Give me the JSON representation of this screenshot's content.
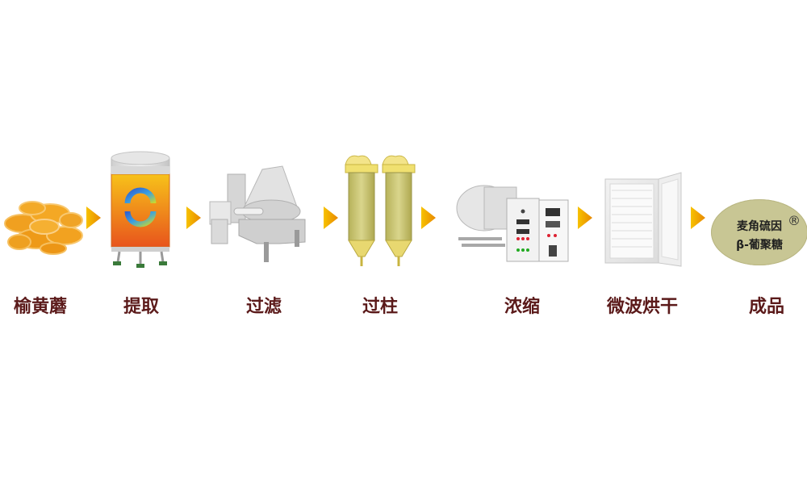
{
  "steps": [
    {
      "label": "榆黄蘑"
    },
    {
      "label": "提取"
    },
    {
      "label": "过滤"
    },
    {
      "label": "过柱"
    },
    {
      "label": "浓缩"
    },
    {
      "label": "微波烘干"
    },
    {
      "label": "成品"
    }
  ],
  "product": {
    "line1": "麦角硫因",
    "line2": "β-葡聚糖",
    "registered_mark": "®"
  },
  "colors": {
    "label_text": "#5b1a1a",
    "arrow": "#f2a900",
    "mushroom": "#f0a020",
    "product_oval": "#c8c694"
  },
  "icons": [
    "mushroom-pile-icon",
    "extraction-tank-icon",
    "filter-machine-icon",
    "column-icon",
    "concentrator-icon",
    "microwave-dryer-icon"
  ]
}
